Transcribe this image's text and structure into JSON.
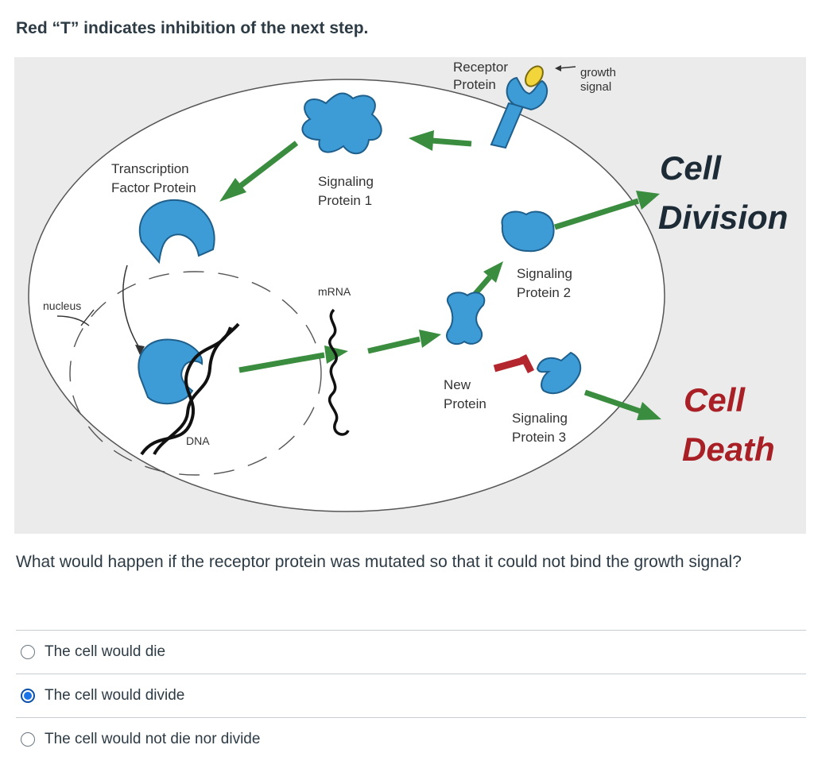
{
  "heading": "Red “T” indicates inhibition of the next step.",
  "diagram": {
    "receptor_protein": [
      "Receptor",
      "Protein"
    ],
    "growth_signal": [
      "growth",
      "signal"
    ],
    "transcription_factor": [
      "Transcription",
      "Factor Protein"
    ],
    "signaling_protein_1": [
      "Signaling",
      "Protein 1"
    ],
    "signaling_protein_2": [
      "Signaling",
      "Protein 2"
    ],
    "signaling_protein_3": [
      "Signaling",
      "Protein 3"
    ],
    "mrna": "mRNA",
    "nucleus": "nucleus",
    "dna": "DNA",
    "new_protein": [
      "New",
      "Protein"
    ],
    "cell_division": [
      "Cell",
      "Division"
    ],
    "cell_death": [
      "Cell",
      "Death"
    ],
    "colors": {
      "protein": "#3d9bd6",
      "arrow": "#3a8c3f",
      "inhibit": "#b3262d",
      "outcome": "#1d2b36",
      "death": "#a82026",
      "ligand": "#f2d53b"
    }
  },
  "question": "What would happen if the receptor protein was mutated so that it could not bind the growth signal?",
  "options": [
    {
      "label": "The cell would die",
      "selected": false
    },
    {
      "label": "The cell would divide",
      "selected": true
    },
    {
      "label": "The cell would not die nor divide",
      "selected": false
    }
  ]
}
